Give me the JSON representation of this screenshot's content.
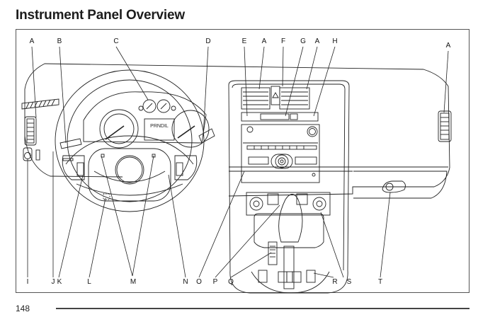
{
  "page": {
    "title": "Instrument Panel Overview",
    "page_number": "148"
  },
  "figure": {
    "gear_indicator_text": "PRNDIL",
    "callouts_top": [
      {
        "id": "top-a1",
        "label": "A"
      },
      {
        "id": "top-b",
        "label": "B"
      },
      {
        "id": "top-c",
        "label": "C"
      },
      {
        "id": "top-d",
        "label": "D"
      },
      {
        "id": "top-e",
        "label": "E"
      },
      {
        "id": "top-a2",
        "label": "A"
      },
      {
        "id": "top-f",
        "label": "F"
      },
      {
        "id": "top-g",
        "label": "G"
      },
      {
        "id": "top-a3",
        "label": "A"
      },
      {
        "id": "top-h",
        "label": "H"
      },
      {
        "id": "top-a4",
        "label": "A"
      }
    ],
    "callouts_bottom": [
      {
        "id": "bot-i",
        "label": "I"
      },
      {
        "id": "bot-j",
        "label": "J"
      },
      {
        "id": "bot-k",
        "label": "K"
      },
      {
        "id": "bot-l",
        "label": "L"
      },
      {
        "id": "bot-m",
        "label": "M"
      },
      {
        "id": "bot-n",
        "label": "N"
      },
      {
        "id": "bot-o",
        "label": "O"
      },
      {
        "id": "bot-p",
        "label": "P"
      },
      {
        "id": "bot-q",
        "label": "Q"
      },
      {
        "id": "bot-r",
        "label": "R"
      },
      {
        "id": "bot-s",
        "label": "S"
      },
      {
        "id": "bot-t",
        "label": "T"
      }
    ]
  }
}
